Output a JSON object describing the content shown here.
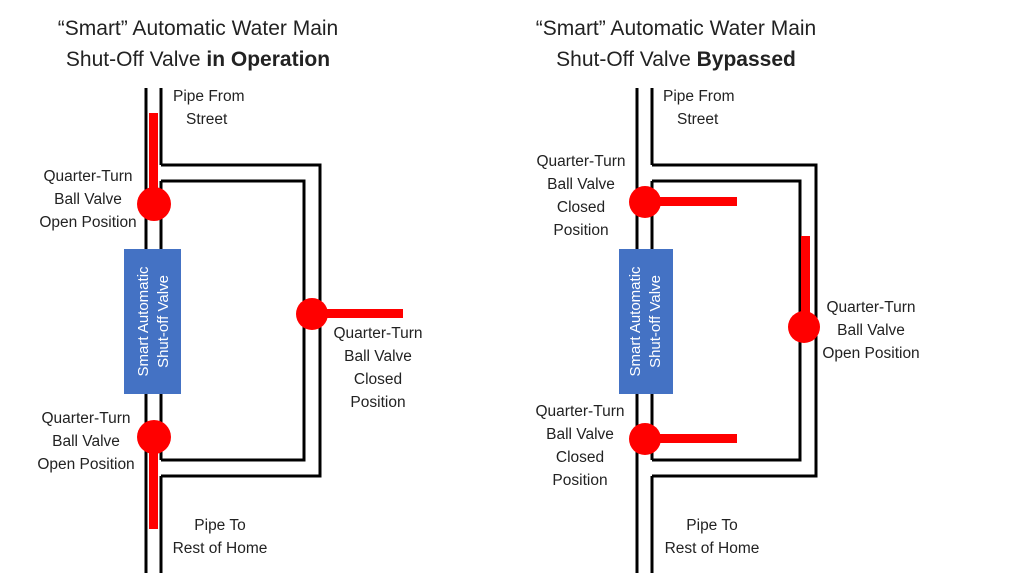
{
  "colors": {
    "valve_red": "#ff0000",
    "smart_valve_blue": "#4472c4",
    "pipe_black": "#000000",
    "text": "#222222"
  },
  "left": {
    "title_line1": "“Smart” Automatic Water Main",
    "title_line2_normal": "Shut-Off Valve ",
    "title_line2_bold": "in Operation",
    "pipe_from_line1": "Pipe From",
    "pipe_from_line2": "Street",
    "top_valve": [
      "Quarter-Turn",
      "Ball Valve",
      "Open Position"
    ],
    "smart_valve": [
      "Smart Automatic",
      "Shut-off Valve"
    ],
    "bottom_valve": [
      "Quarter-Turn",
      "Ball Valve",
      "Open Position"
    ],
    "bypass_valve": [
      "Quarter-Turn",
      "Ball Valve",
      "Closed",
      "Position"
    ],
    "pipe_to_line1": "Pipe To",
    "pipe_to_line2": "Rest of Home"
  },
  "right": {
    "title_line1": "“Smart” Automatic Water Main",
    "title_line2_normal": "Shut-Off Valve ",
    "title_line2_bold": "Bypassed",
    "pipe_from_line1": "Pipe From",
    "pipe_from_line2": "Street",
    "top_valve": [
      "Quarter-Turn",
      "Ball Valve",
      "Closed",
      "Position"
    ],
    "smart_valve": [
      "Smart Automatic",
      "Shut-off Valve"
    ],
    "bottom_valve": [
      "Quarter-Turn",
      "Ball Valve",
      "Closed",
      "Position"
    ],
    "bypass_valve": [
      "Quarter-Turn",
      "Ball Valve",
      "Open Position"
    ],
    "pipe_to_line1": "Pipe To",
    "pipe_to_line2": "Rest of Home"
  }
}
